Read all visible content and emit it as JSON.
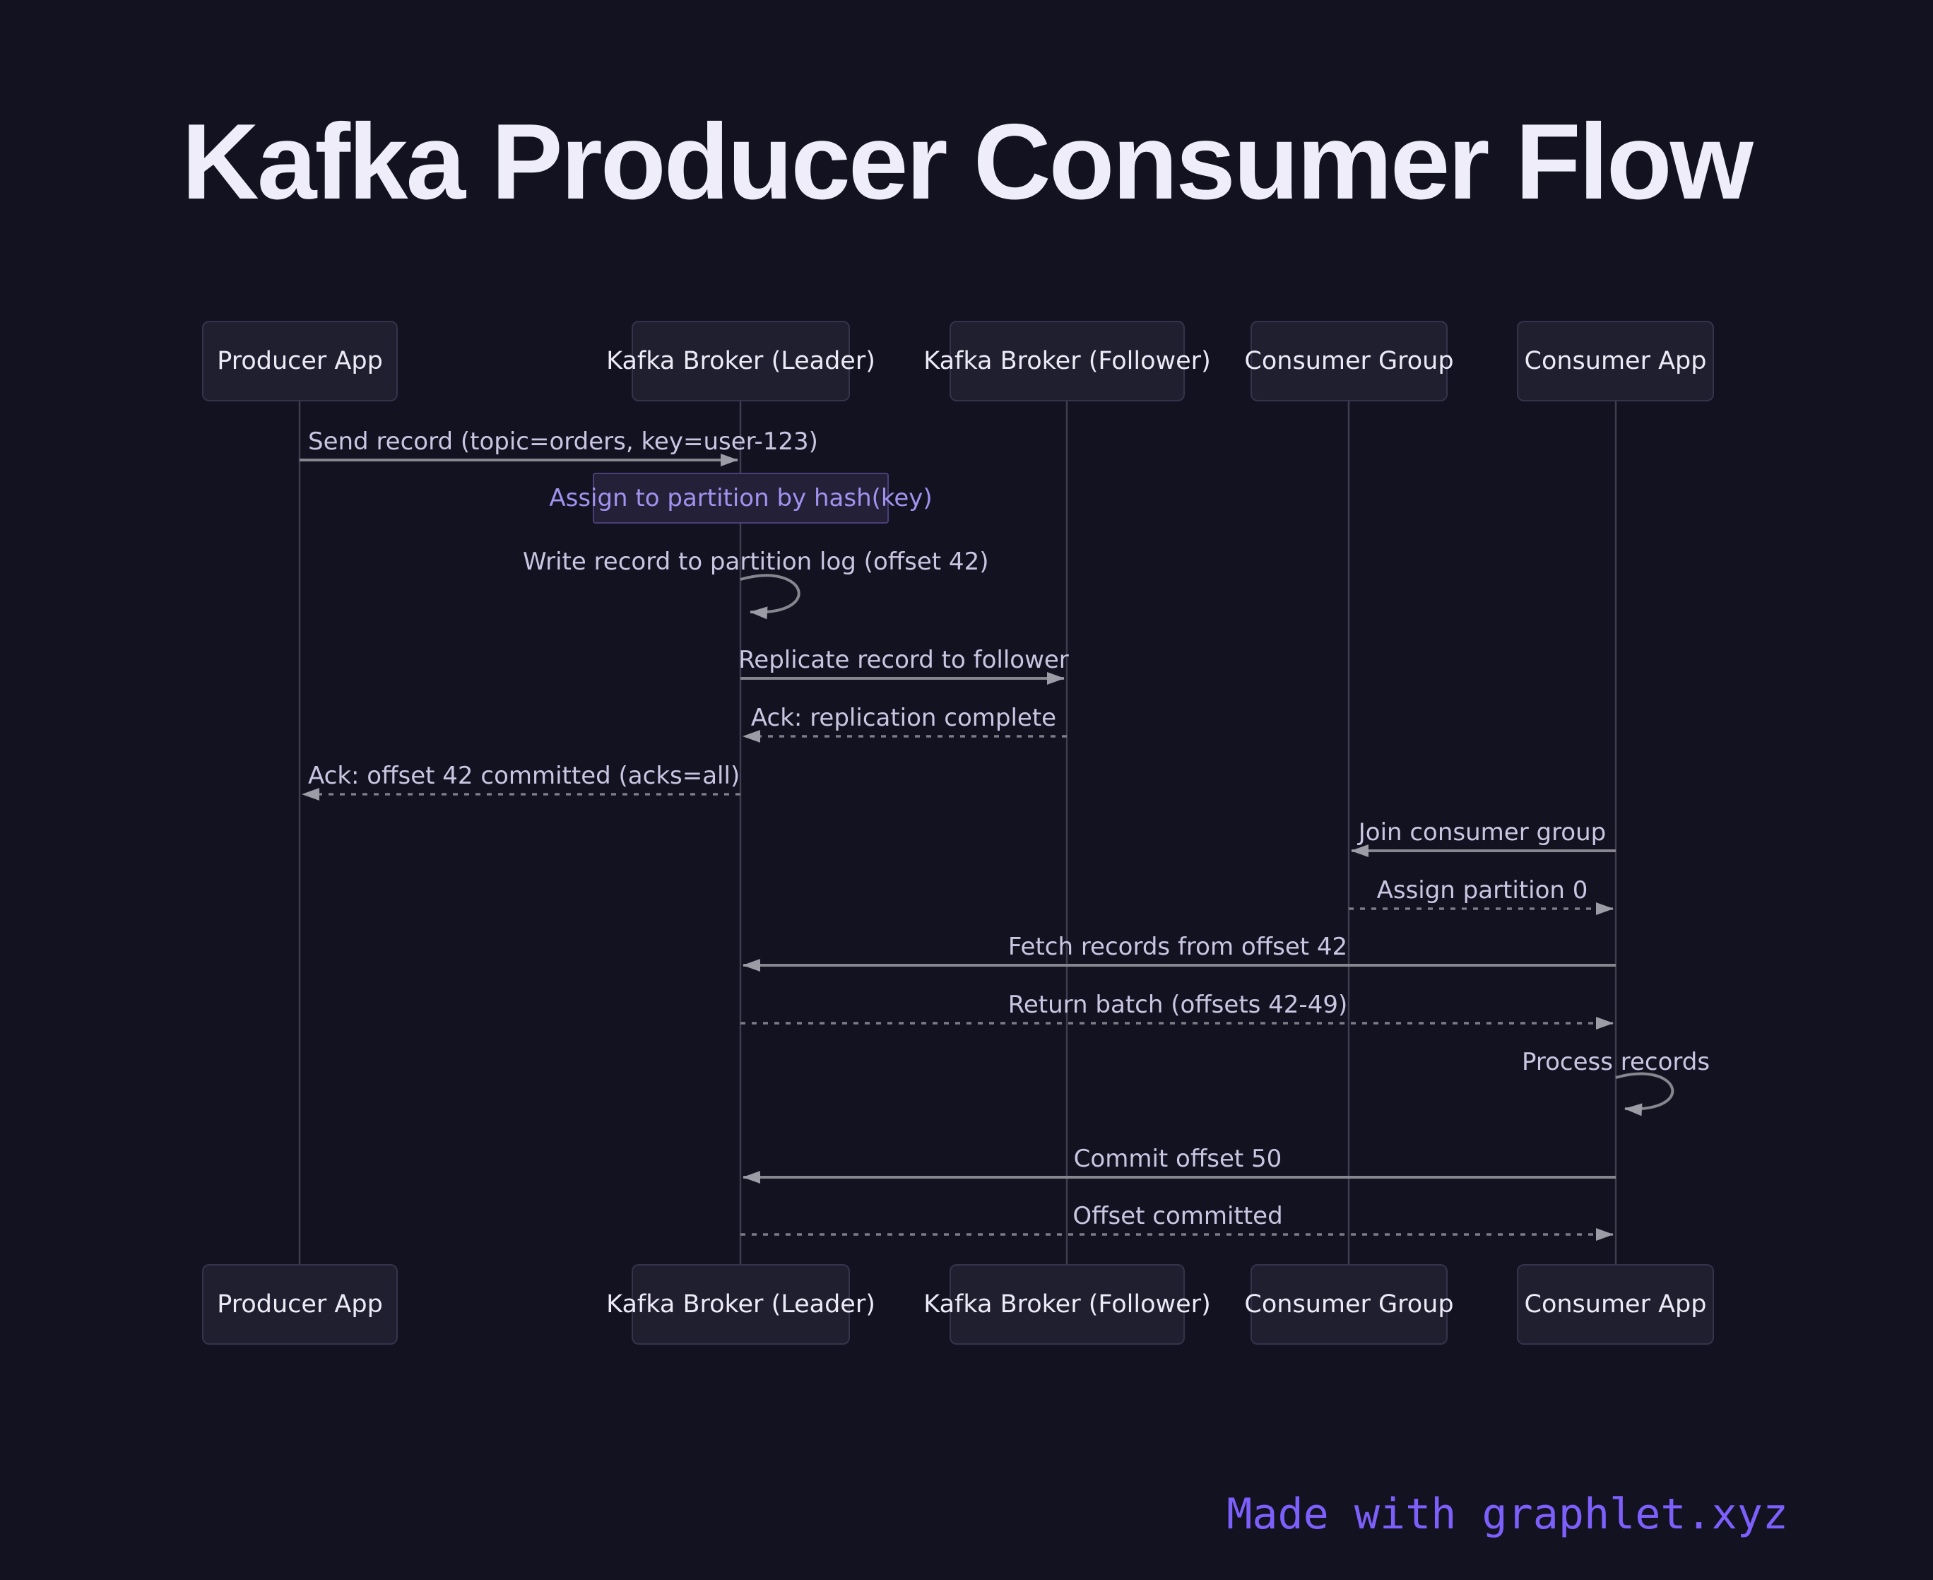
{
  "title": "Kafka Producer Consumer Flow",
  "participants": [
    {
      "label": "Producer App"
    },
    {
      "label": "Kafka Broker (Leader)"
    },
    {
      "label": "Kafka Broker (Follower)"
    },
    {
      "label": "Consumer Group"
    },
    {
      "label": "Consumer App"
    }
  ],
  "note": {
    "text": "Assign to partition by hash(key)",
    "over": "Kafka Broker (Leader)"
  },
  "messages": [
    {
      "label": "Send record (topic=orders, key=user-123)",
      "from": "Producer App",
      "to": "Kafka Broker (Leader)",
      "style": "solid"
    },
    {
      "label": "Write record to partition log (offset 42)",
      "from": "Kafka Broker (Leader)",
      "to": "Kafka Broker (Leader)",
      "style": "self"
    },
    {
      "label": "Replicate record to follower",
      "from": "Kafka Broker (Leader)",
      "to": "Kafka Broker (Follower)",
      "style": "solid"
    },
    {
      "label": "Ack: replication complete",
      "from": "Kafka Broker (Follower)",
      "to": "Kafka Broker (Leader)",
      "style": "dashed"
    },
    {
      "label": "Ack: offset 42 committed (acks=all)",
      "from": "Kafka Broker (Leader)",
      "to": "Producer App",
      "style": "dashed"
    },
    {
      "label": "Join consumer group",
      "from": "Consumer App",
      "to": "Consumer Group",
      "style": "solid"
    },
    {
      "label": "Assign partition 0",
      "from": "Consumer Group",
      "to": "Consumer App",
      "style": "dashed"
    },
    {
      "label": "Fetch records from offset 42",
      "from": "Consumer App",
      "to": "Kafka Broker (Leader)",
      "style": "solid"
    },
    {
      "label": "Return batch (offsets 42-49)",
      "from": "Kafka Broker (Leader)",
      "to": "Consumer App",
      "style": "dashed"
    },
    {
      "label": "Process records",
      "from": "Consumer App",
      "to": "Consumer App",
      "style": "self"
    },
    {
      "label": "Commit offset 50",
      "from": "Consumer App",
      "to": "Kafka Broker (Leader)",
      "style": "solid"
    },
    {
      "label": "Offset committed",
      "from": "Kafka Broker (Leader)",
      "to": "Consumer App",
      "style": "dashed"
    }
  ],
  "footer": {
    "credit": "Made with graphlet.xyz"
  },
  "colors": {
    "background": "#131221",
    "actor_fill": "#201f2f",
    "actor_border": "#34334b",
    "actor_text": "#eceaf6",
    "message_text": "#cac6e2",
    "arrow": "#87868f",
    "arrow_dashed": "#7c7b86",
    "arrowhead": "#9c9ca6",
    "lifeline": "#3e3d4d",
    "note_text": "#a192ee",
    "note_border": "#4a3f78",
    "note_fill": "#232038",
    "title_text": "#eeedf9",
    "credit_text": "#7d5ffc"
  }
}
